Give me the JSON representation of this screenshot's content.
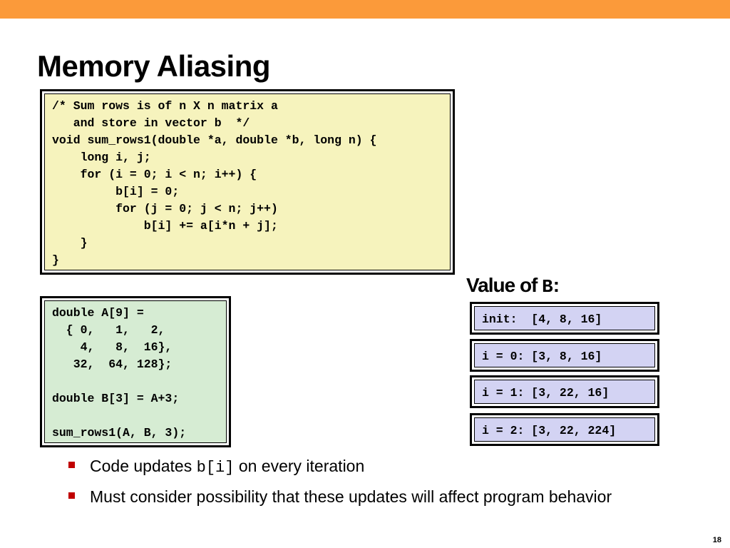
{
  "slide": {
    "title": "Memory Aliasing",
    "page_number": "18",
    "header_color": "#fb9a3a"
  },
  "code_block": {
    "text": "/* Sum rows is of n X n matrix a\n   and store in vector b  */\nvoid sum_rows1(double *a, double *b, long n) {\n    long i, j;\n    for (i = 0; i < n; i++) {\n         b[i] = 0;\n         for (j = 0; j < n; j++)\n             b[i] += a[i*n + j];\n    }\n}",
    "background": "#f6f3bd"
  },
  "array_block": {
    "text": "double A[9] =\n  { 0,   1,   2,\n    4,   8,  16},\n   32,  64, 128};\n\ndouble B[3] = A+3;\n\nsum_rows1(A, B, 3);",
    "background": "#d6ecd3"
  },
  "value_panel": {
    "title_prefix": "Value of ",
    "title_var": "B",
    "title_suffix": ":",
    "states": [
      "init:  [4, 8, 16]",
      "i = 0: [3, 8, 16]",
      "i = 1: [3, 22, 16]",
      "i = 2: [3, 22, 224]"
    ],
    "background": "#d3d3f3"
  },
  "bullets": [
    {
      "before": "Code updates ",
      "code": "b[i]",
      "after": " on every iteration"
    },
    {
      "before": "Must consider possibility that these updates will affect program behavior",
      "code": "",
      "after": ""
    }
  ],
  "bullet_color": "#c00000"
}
